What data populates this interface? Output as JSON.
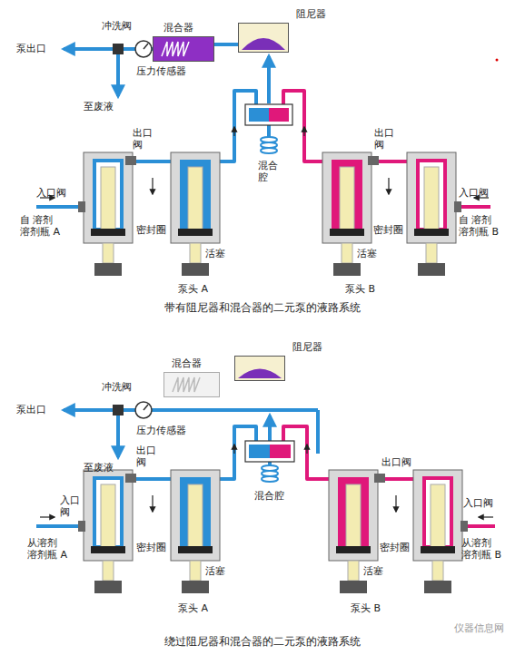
{
  "diagram": {
    "nodes": [
      {
        "text": [
          "混合器"
        ]
      },
      {
        "text": [
          "阻尼器"
        ]
      },
      {
        "text": [
          "混合器"
        ]
      },
      {
        "text": [
          "阻尼器"
        ]
      }
    ],
    "edges": [
      {
        "from": 1,
        "to": 0,
        "arrow": "none"
      }
    ],
    "labels": [
      "冲洗阀",
      "泵出口",
      "压力传感器",
      "至废液",
      "出口 阀",
      "入口阀",
      "自 溶剂 溶剂瓶 A",
      "密封圈",
      "活塞",
      "泵头 A",
      "混合 腔",
      "出口 阀",
      "入口阀",
      "自 溶剂 溶剂瓶 B",
      "密封圈",
      "活塞",
      "泵头 B",
      "带有阻尼器和混合器的二元泵的液路系统",
      "冲洗阀",
      "泵出口",
      "压力传感器",
      "至废液",
      "出口 阀",
      "入口 阀",
      "从溶剂 溶剂瓶 A",
      "密封圈",
      "活塞",
      "泵头 A",
      "混合腔",
      "出口阀",
      "入口阀",
      "从溶剂 溶剂瓶 B",
      "密封圈",
      "活塞",
      "泵头 B",
      "绕过阻尼器和混合器的二元泵的液路系统",
      "仪器信息网"
    ]
  }
}
